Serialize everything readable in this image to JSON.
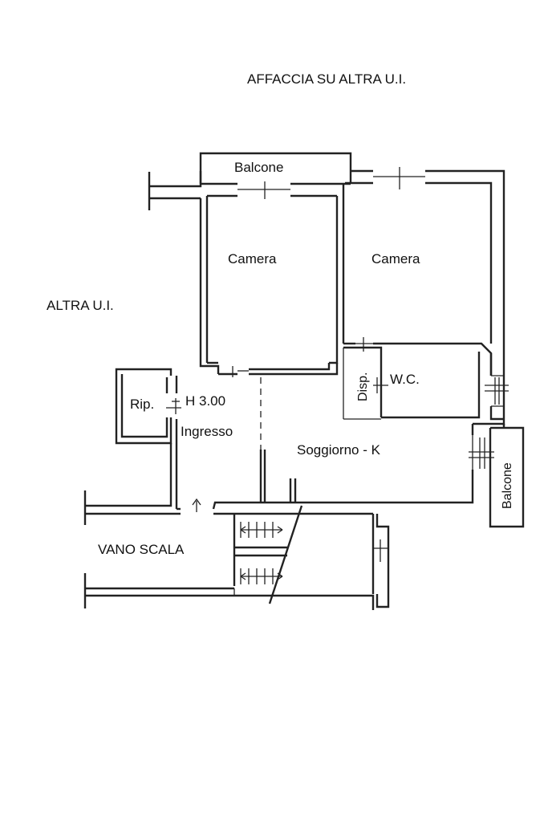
{
  "plan": {
    "headings": {
      "top_note": "AFFACCIA SU ALTRA U.I.",
      "left_note": "ALTRA U.I.",
      "stair_note": "VANO SCALA"
    },
    "rooms": {
      "balcony_top": "Balcone",
      "bedroom_left": "Camera",
      "bedroom_right": "Camera",
      "storage": "Rip.",
      "ceiling_height": "H 3.00",
      "entrance": "Ingresso",
      "pantry": "Disp.",
      "bathroom": "W.C.",
      "living_kitchen": "Soggiorno - K",
      "balcony_right": "Balcone"
    }
  }
}
